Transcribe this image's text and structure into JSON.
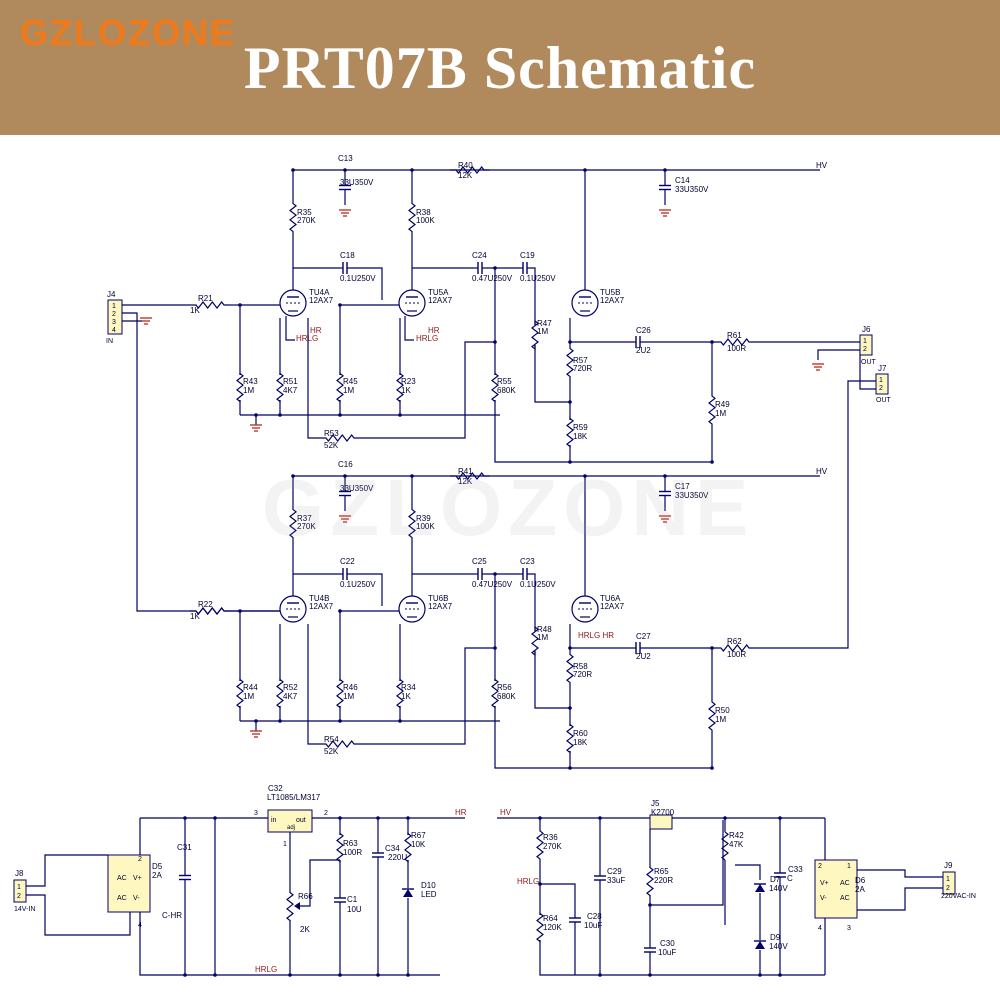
{
  "header": {
    "brand": "GZLOZONE",
    "title": "PRT07B  Schematic"
  },
  "watermark": "GZLOZONE",
  "colors": {
    "banner": "#b08a5c",
    "brand": "#f07a1a",
    "wire": "#000066",
    "ground": "#c0392b",
    "label": "#000033",
    "net_label": "#8b1a1a",
    "ic_fill": "#fff7c0"
  },
  "labels": {
    "C13": "C13",
    "C13v": "33U350V",
    "R40": "R40",
    "R40v": "12K",
    "HV1": "HV",
    "C14": "C14",
    "C14v": "33U350V",
    "R35": "R35",
    "R35v": "270K",
    "R38": "R38",
    "R38v": "100K",
    "C18": "C18",
    "C18v": "0.1U250V",
    "C24": "C24",
    "C24v": "0.47U250V",
    "C19": "C19",
    "C19v": "0.1U250V",
    "J4": "J4",
    "J4in": "IN",
    "J4pins": [
      "1",
      "2",
      "3",
      "4"
    ],
    "R21": "R21",
    "R21v": "1K",
    "TU4A": "TU4A",
    "TU4Av": "12AX7",
    "TU5A": "TU5A",
    "TU5Av": "12AX7",
    "TU5B": "TU5B",
    "TU5Bv": "12AX7",
    "HR": "HR",
    "HRLG": "HRLG",
    "R47": "R47",
    "R47v": "1M",
    "C26": "C26",
    "C26v": "2U2",
    "R61": "R61",
    "R61v": "100R",
    "J6": "J6",
    "J6out": "OUT",
    "J7": "J7",
    "J7out": "OUT",
    "pin1": "1",
    "pin2": "2",
    "R57": "R57",
    "R57v": "720R",
    "R43": "R43",
    "R43v": "1M",
    "R51": "R51",
    "R51v": "4K7",
    "R45": "R45",
    "R45v": "1M",
    "R23": "R23",
    "R23v": "1K",
    "R55": "R55",
    "R55v": "680K",
    "R49": "R49",
    "R49v": "1M",
    "R59": "R59",
    "R59v": "18K",
    "R53": "R53",
    "R53v": "52K",
    "C16": "C16",
    "C16v": "33U350V",
    "R41": "R41",
    "R41v": "12K",
    "HV2": "HV",
    "C17": "C17",
    "C17v": "33U350V",
    "R37": "R37",
    "R37v": "270K",
    "R39": "R39",
    "R39v": "100K",
    "C22": "C22",
    "C22v": "0.1U250V",
    "C25": "C25",
    "C25v": "0.47U250V",
    "C23": "C23",
    "C23v": "0.1U250V",
    "R22": "R22",
    "R22v": "1K",
    "TU4B": "TU4B",
    "TU4Bv": "12AX7",
    "TU6B": "TU6B",
    "TU6Bv": "12AX7",
    "TU6A": "TU6A",
    "TU6Av": "12AX7",
    "R48": "R48",
    "R48v": "1M",
    "HRLGHR": "HRLG HR",
    "C27": "C27",
    "C27v": "2U2",
    "R62": "R62",
    "R62v": "100R",
    "R58": "R58",
    "R58v": "720R",
    "R44": "R44",
    "R44v": "1M",
    "R52": "R52",
    "R52v": "4K7",
    "R46": "R46",
    "R46v": "1M",
    "R34": "R34",
    "R34v": "1K",
    "R56": "R56",
    "R56v": "680K",
    "R50": "R50",
    "R50v": "1M",
    "R60": "R60",
    "R60v": "18K",
    "R54": "R54",
    "R54v": "52K",
    "J8": "J8",
    "J8v": "14V-IN",
    "D5": "D5",
    "D5v": "2A",
    "bridgeAC": "AC",
    "bridgeVp": "V+",
    "bridgeVm": "V-",
    "b1": "1",
    "b2": "2",
    "b3": "3",
    "b4": "4",
    "C31": "C31",
    "CHR": "C-HR",
    "C32": "C32",
    "C32v": "LT1085/LM317",
    "icIn": "in",
    "icOut": "out",
    "icAdj": "adj",
    "p3": "3",
    "p2": "2",
    "p1": "1",
    "HRnet": "HR",
    "R63": "R63",
    "R63v": "100R",
    "C34": "C34",
    "C34v": "220U",
    "R67": "R67",
    "R67v": "10K",
    "R66": "R66",
    "R66v": "2K",
    "C1": "C1",
    "C1v": "10U",
    "D10": "D10",
    "D10v": "LED",
    "HRLGnet": "HRLG",
    "HV3": "HV",
    "J5": "J5",
    "J5v": "K2700",
    "R36": "R36",
    "R36v": "270K",
    "C29": "C29",
    "C29v": "33uF",
    "R65": "R65",
    "R65v": "220R",
    "R42": "R42",
    "R42v": "47K",
    "C33": "C33",
    "C33v": "C",
    "HRLG3": "HRLG",
    "D7": "D7",
    "D7v": "140V",
    "R64": "R64",
    "R64v": "120K",
    "C28": "C28",
    "C28v": "10uF",
    "C30": "C30",
    "C30v": "10uF",
    "D9": "D9",
    "D9v": "140V",
    "D6": "D6",
    "D6v": "2A",
    "J9": "J9",
    "J9v": "220VAC-IN"
  }
}
